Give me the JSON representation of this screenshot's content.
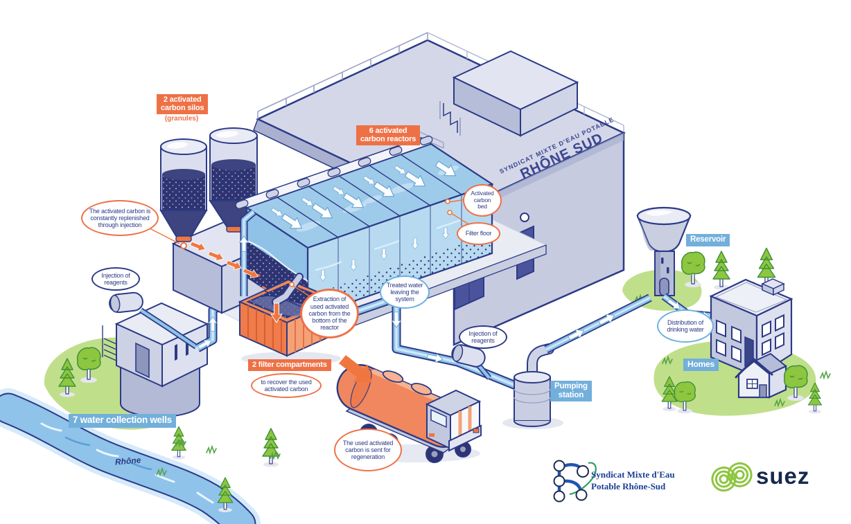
{
  "labels": {
    "silos": {
      "line1": "2 activated",
      "line2": "carbon silos",
      "subtitle": "(granules)"
    },
    "reactors": {
      "line1": "6 activated",
      "line2": "carbon reactors"
    },
    "filter": {
      "title": "2 filter compartments",
      "subtitle": "to recover the used activated carbon"
    },
    "wells": {
      "text": "7 water collection wells"
    },
    "pumping": {
      "line1": "Pumping",
      "line2": "station"
    },
    "reservoir": {
      "text": "Reservoir"
    },
    "homes": {
      "text": "Homes"
    },
    "river": {
      "text": "Rhône"
    }
  },
  "building_sign": {
    "line1": "SYNDICAT MIXTE D'EAU POTABLE",
    "line2": "RHÔNE SUD"
  },
  "bubbles": {
    "replenish": "The activated carbon is constantly replenished through injection",
    "injection_left": "Injection of reagents",
    "carbon_bed": "Activated carbon bed",
    "filter_floor": "Filter floor",
    "extraction": "Extraction of used activated carbon from the bottom of the reactor",
    "treated_water": "Treated water leaving the system",
    "regeneration": "The used activated carbon is sent for regeneration",
    "injection_right": "Injection of reagents",
    "distribution": "Distribution of drinking water"
  },
  "footer": {
    "syndicat": {
      "line1": "Syndicat Mixte d'Eau",
      "line2": "Potable Rhône-Sud"
    },
    "suez": "suez"
  },
  "colors": {
    "orange": "#ee7146",
    "blue": "#72afdb",
    "navy": "#2c3a86",
    "pipe": "#4f9fd8",
    "green": "#8dc63f",
    "logo_blue": "#1b3f94",
    "suez_navy": "#16294d"
  }
}
